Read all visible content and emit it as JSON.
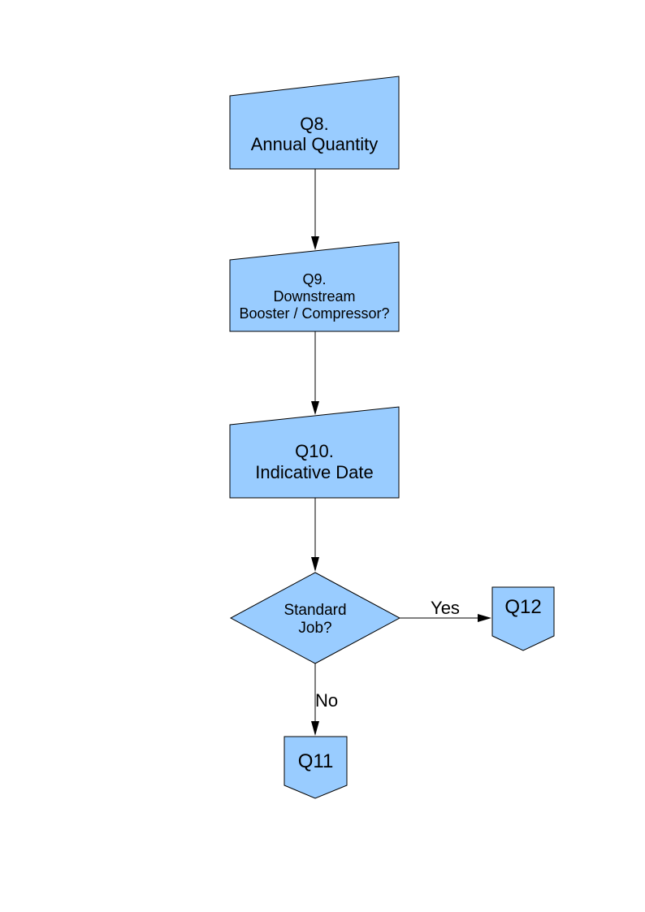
{
  "theme": {
    "shape_fill": "#99CCFF",
    "shape_border": "#000000",
    "edge_color": "#000000",
    "text_color": "#000000",
    "background": "#FFFFFF"
  },
  "flowchart": {
    "nodes": [
      {
        "id": "q8",
        "type": "manual-input",
        "lines": [
          "Q8.",
          "Annual Quantity"
        ]
      },
      {
        "id": "q9",
        "type": "manual-input",
        "lines": [
          "Q9.",
          "Downstream",
          "Booster / Compressor?"
        ]
      },
      {
        "id": "q10",
        "type": "manual-input",
        "lines": [
          "Q10.",
          "Indicative Date"
        ]
      },
      {
        "id": "standard-job",
        "type": "decision",
        "lines": [
          "Standard",
          "Job?"
        ]
      },
      {
        "id": "q12",
        "type": "off-page-connector",
        "lines": [
          "Q12"
        ]
      },
      {
        "id": "q11",
        "type": "off-page-connector",
        "lines": [
          "Q11"
        ]
      }
    ],
    "edges": [
      {
        "from": "q8",
        "to": "q9",
        "label": ""
      },
      {
        "from": "q9",
        "to": "q10",
        "label": ""
      },
      {
        "from": "q10",
        "to": "standard-job",
        "label": ""
      },
      {
        "from": "standard-job",
        "to": "q12",
        "label": "Yes"
      },
      {
        "from": "standard-job",
        "to": "q11",
        "label": "No"
      }
    ]
  }
}
